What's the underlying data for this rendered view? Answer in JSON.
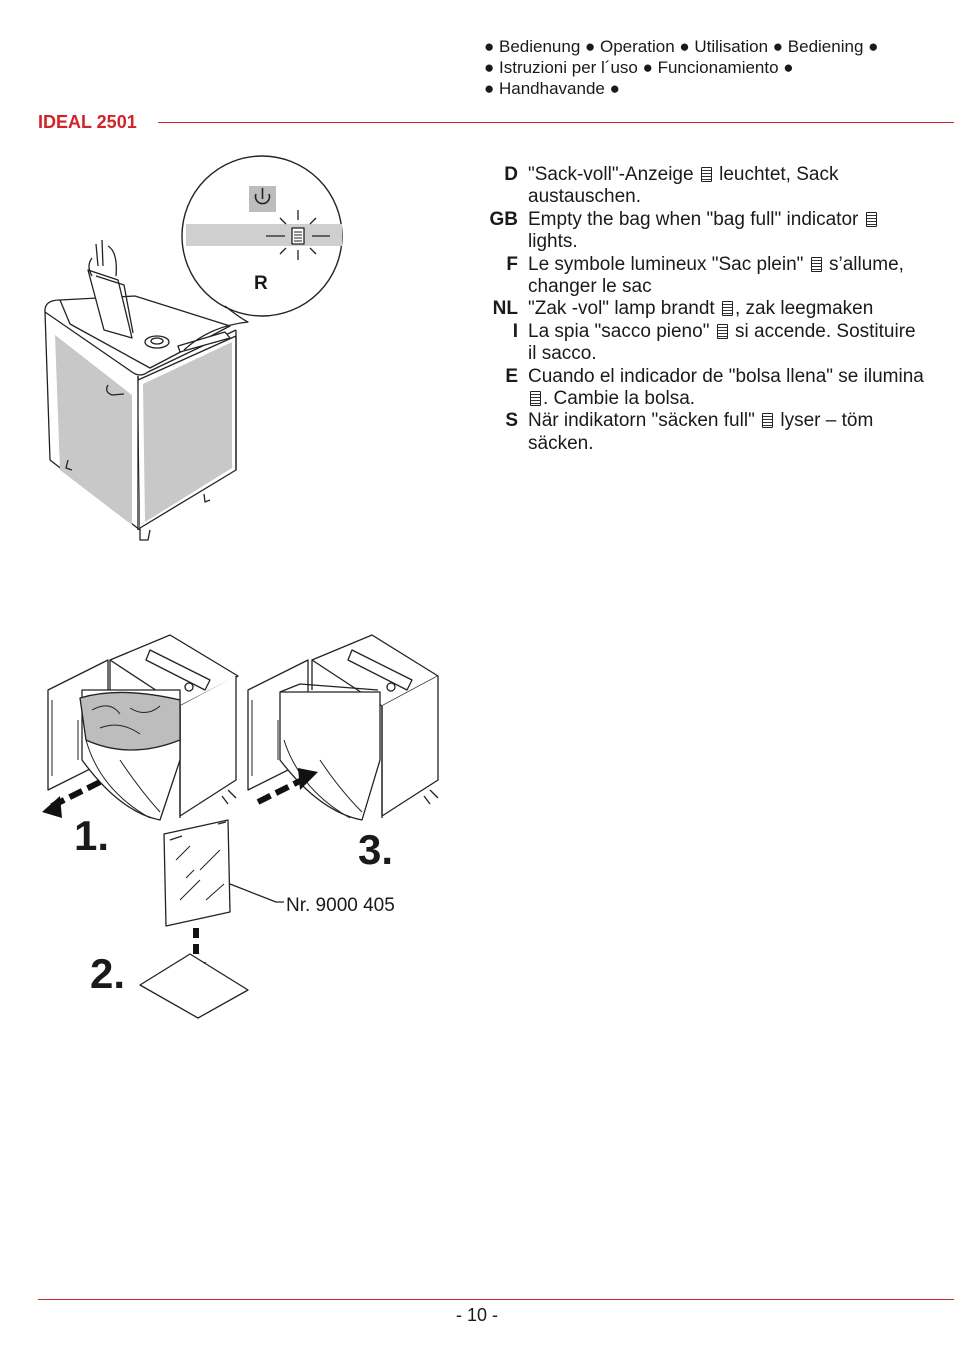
{
  "header": {
    "languages_lines": [
      "● Bedienung ● Operation ● Utilisation ● Bediening ●",
      "● Istruzioni per l´uso ● Funcionamiento ●",
      "● Handhavande ●"
    ],
    "model": "IDEAL 2501"
  },
  "instructions": [
    {
      "code": "D",
      "before": "\"Sack-voll\"-Anzeige ",
      "after": " leuchtet, Sack austauschen."
    },
    {
      "code": "GB",
      "before": "Empty the bag when \"bag full\" indicator ",
      "after": " lights."
    },
    {
      "code": "F",
      "before": "Le symbole lumineux \"Sac plein\" ",
      "after": " s’allume, changer le sac"
    },
    {
      "code": "NL",
      "before": "\"Zak -vol\" lamp brandt ",
      "after": ", zak leegmaken"
    },
    {
      "code": "I",
      "before": "La spia \"sacco pieno\" ",
      "after": "  si accende. Sostituire il sacco."
    },
    {
      "code": "E",
      "before": "Cuando el indicador de \"bolsa llena\" se ilumina ",
      "after": ". Cambie la bolsa."
    },
    {
      "code": "S",
      "before": "När indikatorn \"säcken full\" ",
      "after": " lyser – töm säcken."
    }
  ],
  "illustration": {
    "reset_label": "R",
    "steps": [
      "1.",
      "2.",
      "3."
    ],
    "part_number": "Nr. 9000  405"
  },
  "footer": {
    "page": "- 10 -"
  },
  "colors": {
    "accent": "#d2232a",
    "text": "#1a1a1a",
    "shade": "#c8c8c8"
  }
}
